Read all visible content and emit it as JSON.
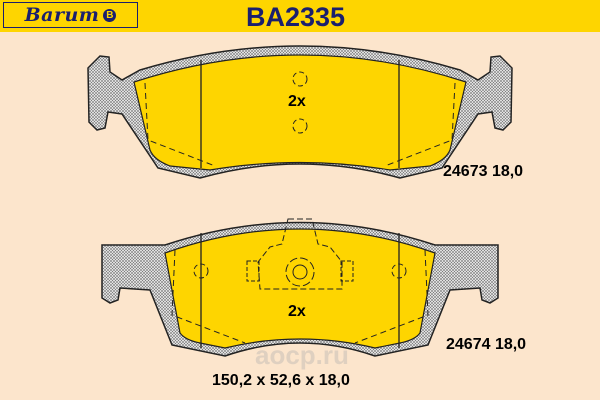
{
  "header": {
    "brand": "Barum",
    "brand_mark": "B",
    "part_number": "BA2335"
  },
  "pads": [
    {
      "multiplier": "2x",
      "reference": "24673 18,0"
    },
    {
      "multiplier": "2x",
      "reference": "24674 18,0"
    }
  ],
  "dimensions": "150,2 x 52,6 x 18,0",
  "watermark": "aocp.ru",
  "colors": {
    "header": "#fed500",
    "background": "#fce5cc",
    "brand": "#1a1f6e",
    "friction": "#fed500"
  }
}
